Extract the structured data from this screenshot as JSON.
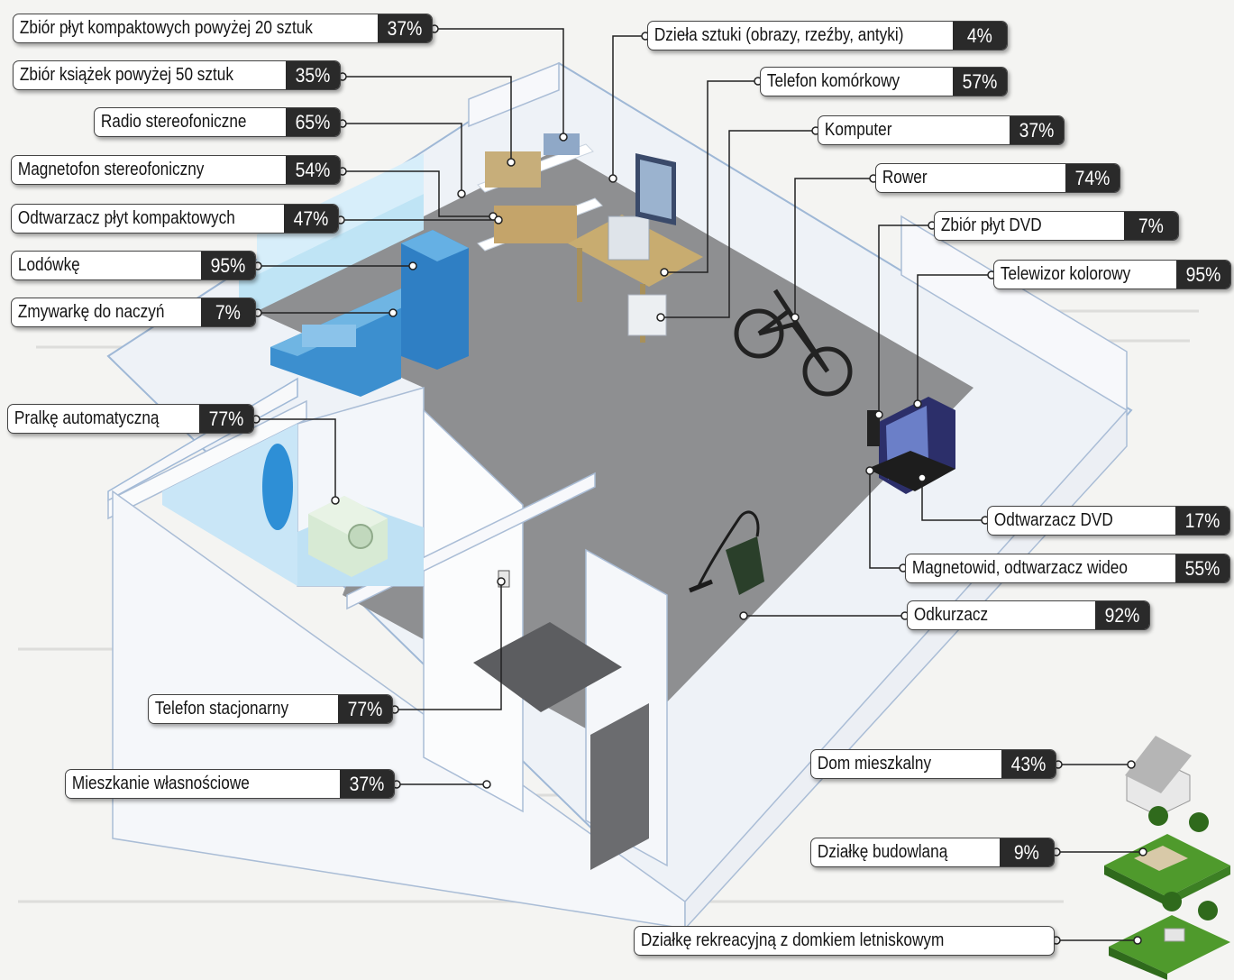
{
  "items": [
    {
      "label": "Zbiór płyt kompaktowych powyżej 20 sztuk",
      "percent": "37%"
    },
    {
      "label": "Zbiór książek powyżej 50 sztuk",
      "percent": "35%"
    },
    {
      "label": "Radio stereofoniczne",
      "percent": "65%"
    },
    {
      "label": "Magnetofon stereofoniczny",
      "percent": "54%"
    },
    {
      "label": "Odtwarzacz płyt kompaktowych",
      "percent": "47%"
    },
    {
      "label": "Lodówkę",
      "percent": "95%"
    },
    {
      "label": "Zmywarkę do naczyń",
      "percent": "7%"
    },
    {
      "label": "Pralkę automatyczną",
      "percent": "77%"
    },
    {
      "label": "Telefon stacjonarny",
      "percent": "77%"
    },
    {
      "label": "Mieszkanie własnościowe",
      "percent": "37%"
    },
    {
      "label": "Dzieła sztuki (obrazy, rzeźby, antyki)",
      "percent": "4%"
    },
    {
      "label": "Telefon komórkowy",
      "percent": "57%"
    },
    {
      "label": "Komputer",
      "percent": "37%"
    },
    {
      "label": "Rower",
      "percent": "74%"
    },
    {
      "label": "Zbiór płyt DVD",
      "percent": "7%"
    },
    {
      "label": "Telewizor kolorowy",
      "percent": "95%"
    },
    {
      "label": "Odtwarzacz DVD",
      "percent": "17%"
    },
    {
      "label": "Magnetowid, odtwarzacz wideo",
      "percent": "55%"
    },
    {
      "label": "Odkurzacz",
      "percent": "92%"
    },
    {
      "label": "Dom mieszkalny",
      "percent": "43%"
    },
    {
      "label": "Działkę budowlaną",
      "percent": "9%"
    },
    {
      "label": "Działkę rekreacyjną z domkiem letniskowym",
      "percent": ""
    }
  ],
  "colors": {
    "pct_bg": "#2a2a2a",
    "floor": "#8e8f91",
    "walls": "#f8f9fb",
    "kitchen": "#3a8fcc",
    "grass": "#4f9a2c"
  }
}
